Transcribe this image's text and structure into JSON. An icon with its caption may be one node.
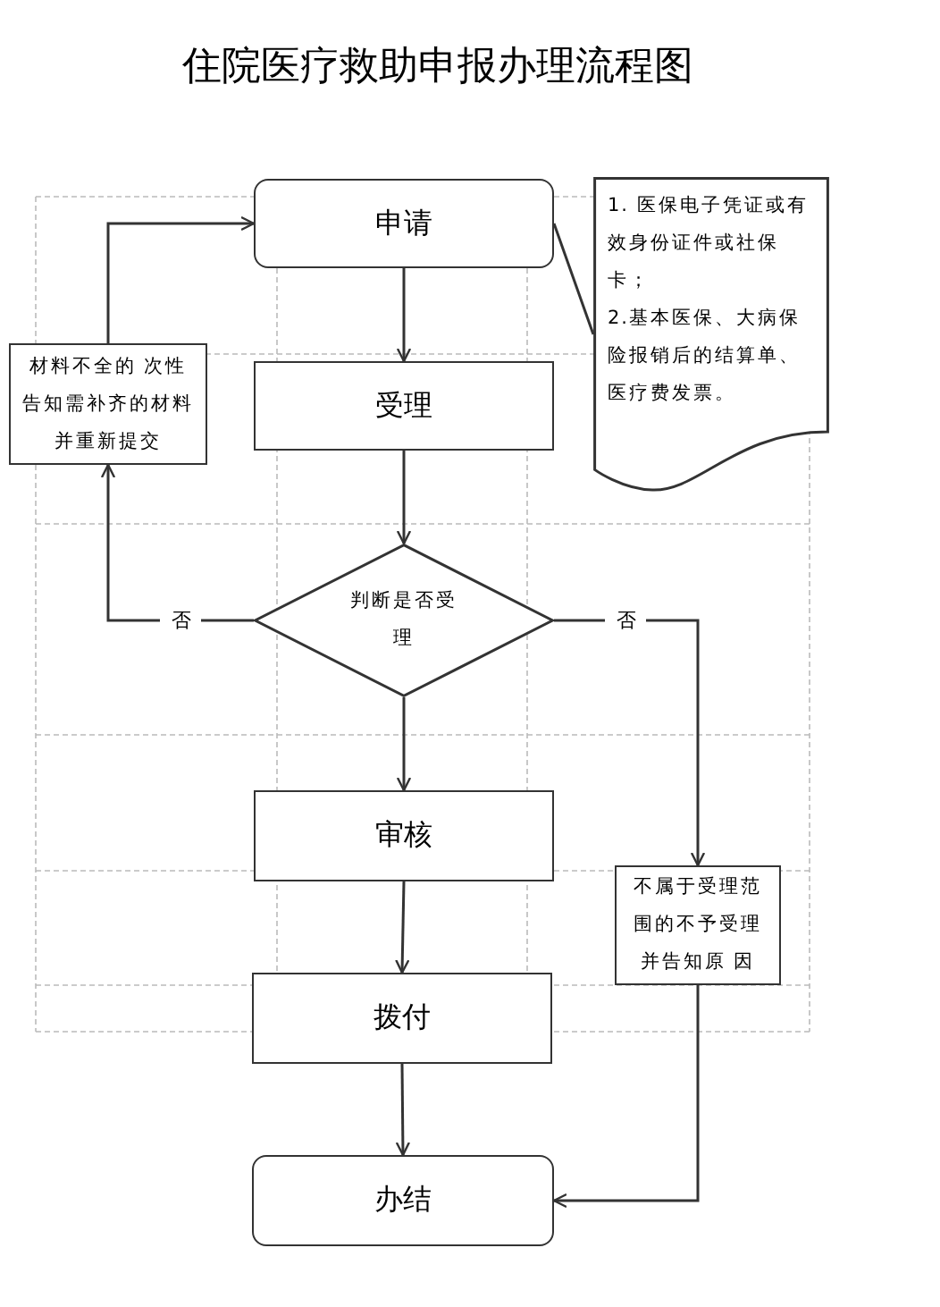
{
  "diagram": {
    "title": "住院医疗救助申报办理流程图",
    "nodes": [
      {
        "text": [
          "申请"
        ]
      },
      {
        "text": [
          "1. 医保电子凭证或有效身份证件或社保卡；",
          "2.基本医保、大病保险报销后的结算单、医疗费发票。"
        ]
      },
      {
        "text": [
          "受理"
        ]
      },
      {
        "text": [
          "判断是否受理"
        ]
      },
      {
        "text": [
          "材料不全的 次性告知需补齐的材料并重新提交"
        ]
      },
      {
        "text": [
          "审核"
        ]
      },
      {
        "text": [
          "不属于受理范围的不予受理并告知原 因"
        ]
      },
      {
        "text": [
          "拨付"
        ]
      },
      {
        "text": [
          "办结"
        ]
      }
    ],
    "edges": [
      {
        "from": 0,
        "to": 2,
        "arrow": "to"
      },
      {
        "from": 0,
        "to": 1,
        "arrow": "none"
      },
      {
        "from": 2,
        "to": 3,
        "arrow": "to"
      },
      {
        "from": 3,
        "to": 4,
        "arrow": "to",
        "label": "否"
      },
      {
        "from": 4,
        "to": 0,
        "arrow": "to"
      },
      {
        "from": 3,
        "to": 5,
        "arrow": "to"
      },
      {
        "from": 3,
        "to": 6,
        "arrow": "to",
        "label": "否"
      },
      {
        "from": 5,
        "to": 7,
        "arrow": "to"
      },
      {
        "from": 7,
        "to": 8,
        "arrow": "to"
      },
      {
        "from": 6,
        "to": 8,
        "arrow": "to"
      }
    ]
  }
}
